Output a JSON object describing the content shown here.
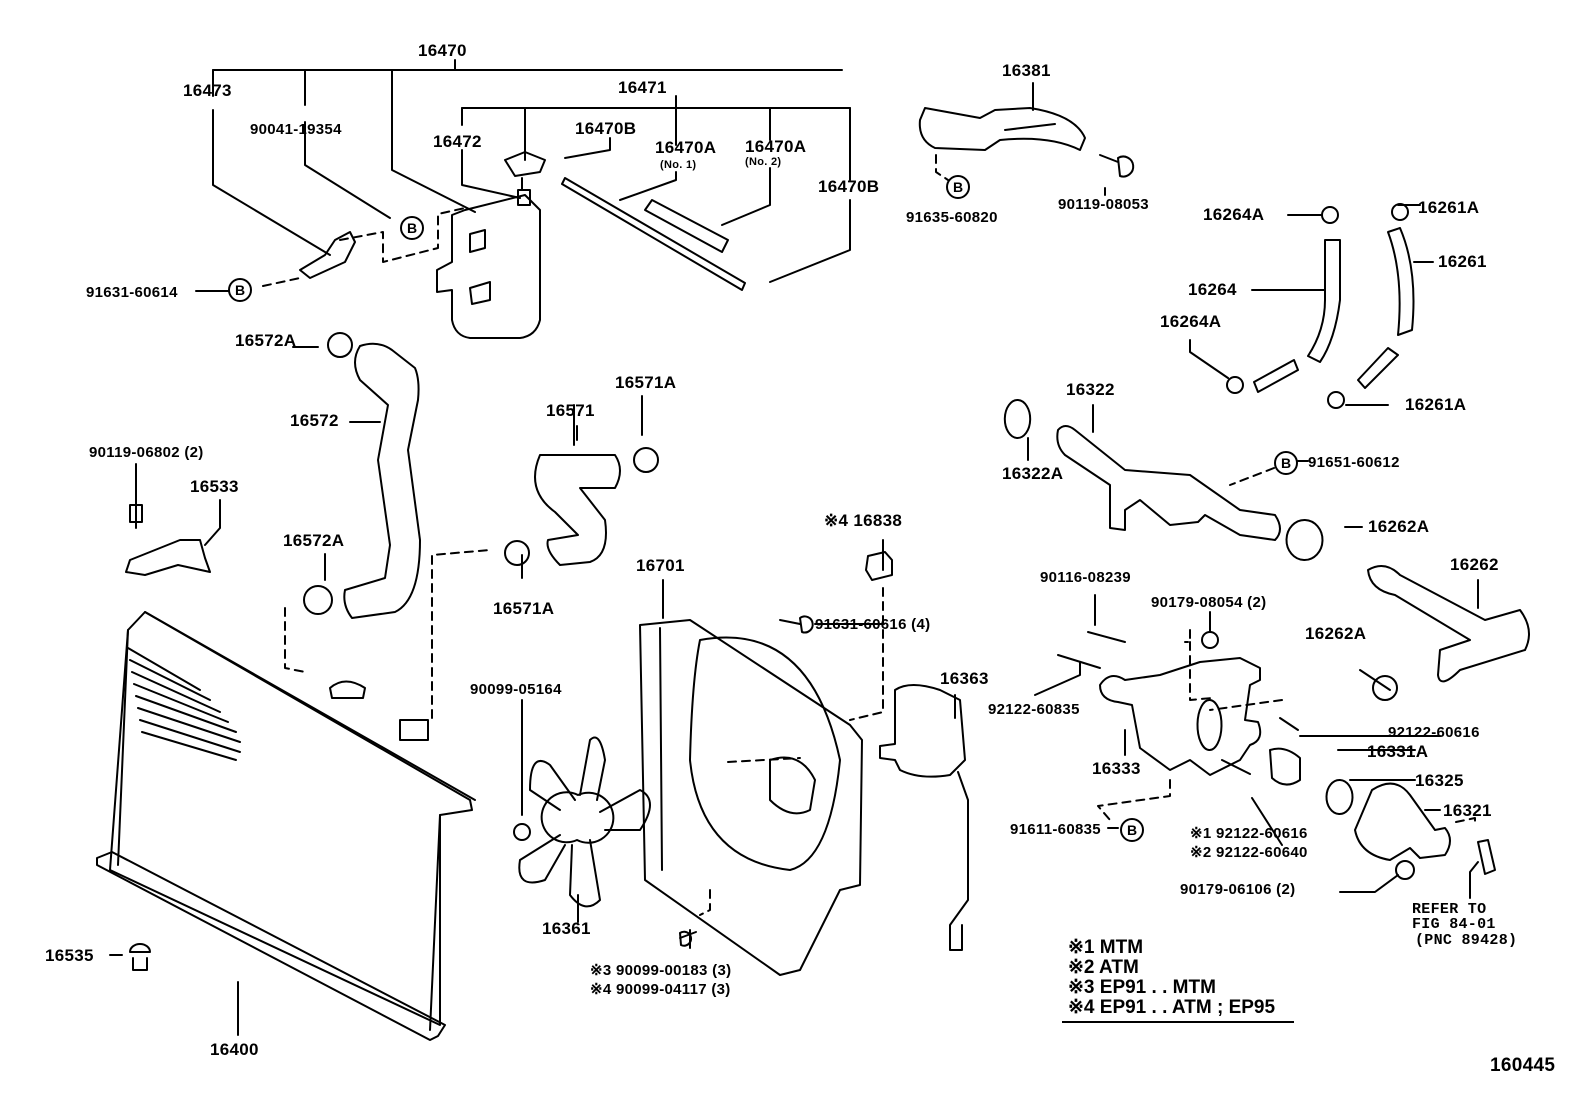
{
  "figure": {
    "figure_number": "160445",
    "parts": {
      "p16470": "16470",
      "p16473": "16473",
      "p90041_19354": "90041-19354",
      "p16471": "16471",
      "p16472": "16472",
      "p16470B_top": "16470B",
      "p16470A_1": "16470A",
      "p16470A_1_note": "(No. 1)",
      "p16470A_2": "16470A",
      "p16470A_2_note": "(No. 2)",
      "p16470B_right": "16470B",
      "p91631_60614": "91631-60614",
      "p16381": "16381",
      "p91635_60820": "91635-60820",
      "p90119_08053": "90119-08053",
      "p16264A_top": "16264A",
      "p16261A_top": "16261A",
      "p16261": "16261",
      "p16264": "16264",
      "p16264A_bottom": "16264A",
      "p16261A_bottom": "16261A",
      "p16572A_top": "16572A",
      "p16572": "16572",
      "p16571A_top": "16571A",
      "p16571": "16571",
      "p90119_06802": "90119-06802 (2)",
      "p16533": "16533",
      "p16572A_bottom": "16572A",
      "p16571A_bottom": "16571A",
      "p16322": "16322",
      "p16322A": "16322A",
      "p91651_60612": "91651-60612",
      "p16262A_top": "16262A",
      "p16262": "16262",
      "p16838": "※4 16838",
      "p16701": "16701",
      "p91631_60616": "91631-60616 (4)",
      "p90116_08239": "90116-08239",
      "p90179_08054": "90179-08054 (2)",
      "p16262A_mid": "16262A",
      "p90099_05164": "90099-05164",
      "p16363": "16363",
      "p92122_60835": "92122-60835",
      "p92122_60616_right": "92122-60616",
      "p16333": "16333",
      "p16331A": "16331A",
      "p16325": "16325",
      "p16321": "16321",
      "p91611_60835": "91611-60835",
      "p92122_60616_n1": "※1 92122-60616",
      "p92122_60640_n2": "※2 92122-60640",
      "p90179_06106": "90179-06106 (2)",
      "refer_line1": "REFER TO",
      "refer_line2": "FIG 84-01",
      "refer_line3": "(PNC 89428)",
      "p16361": "16361",
      "p90099_00183": "※3 90099-00183 (3)",
      "p90099_04117": "※4 90099-04117 (3)",
      "p16535": "16535",
      "p16400": "16400"
    },
    "bolt_marker": "B",
    "legend": [
      "※1 MTM",
      "※2 ATM",
      "※3 EP91 . . MTM",
      "※4 EP91 . . ATM ; EP95"
    ]
  }
}
